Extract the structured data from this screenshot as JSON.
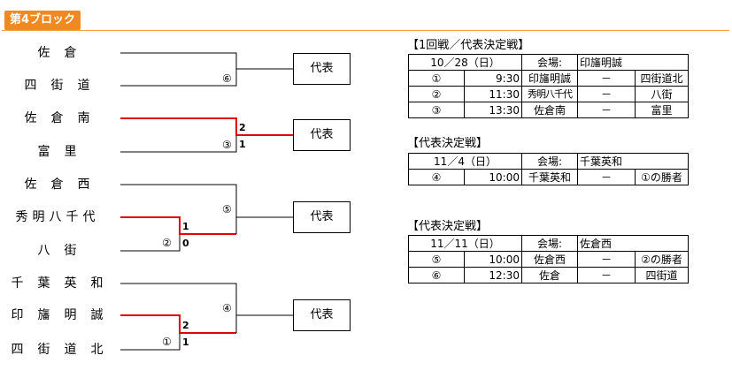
{
  "header": {
    "block_title": "第4ブロック"
  },
  "bracket": {
    "teams": [
      "佐　倉",
      "四　街　道",
      "佐　倉　南",
      "富　里",
      "佐　倉　西",
      "秀明八千代",
      "八　街",
      "千　葉　英　和",
      "印　旛　明　誠",
      "四　街　道　北"
    ],
    "representative_label": "代表",
    "game_numbers": [
      "⑥",
      "③",
      "⑤",
      "②",
      "④",
      "①"
    ],
    "scores": {
      "g3_top": "2",
      "g3_bottom": "1",
      "g2_top": "1",
      "g2_bottom": "0",
      "g1_top": "2",
      "g1_bottom": "1"
    },
    "win_color": "#e00000",
    "line_color": "#000000"
  },
  "schedule": [
    {
      "title": "【1回戦／代表決定戦】",
      "date": "10／28（日）",
      "venue_label": "会場:",
      "venue": "印旛明誠",
      "games": [
        {
          "no": "①",
          "time": "9:30",
          "team_a": "印旛明誠",
          "vs": "－",
          "team_b": "四街道北"
        },
        {
          "no": "②",
          "time": "11:30",
          "team_a": "秀明八千代",
          "vs": "－",
          "team_b": "八街"
        },
        {
          "no": "③",
          "time": "13:30",
          "team_a": "佐倉南",
          "vs": "－",
          "team_b": "富里"
        }
      ]
    },
    {
      "title": "【代表決定戦】",
      "date": "11／4（日）",
      "venue_label": "会場:",
      "venue": "千葉英和",
      "games": [
        {
          "no": "④",
          "time": "10:00",
          "team_a": "千葉英和",
          "vs": "－",
          "team_b": "①の勝者"
        }
      ]
    },
    {
      "title": "【代表決定戦】",
      "date": "11／11（日）",
      "venue_label": "会場:",
      "venue": "佐倉西",
      "games": [
        {
          "no": "⑤",
          "time": "10:00",
          "team_a": "佐倉西",
          "vs": "－",
          "team_b": "②の勝者"
        },
        {
          "no": "⑥",
          "time": "12:30",
          "team_a": "佐倉",
          "vs": "－",
          "team_b": "四街道"
        }
      ]
    }
  ]
}
